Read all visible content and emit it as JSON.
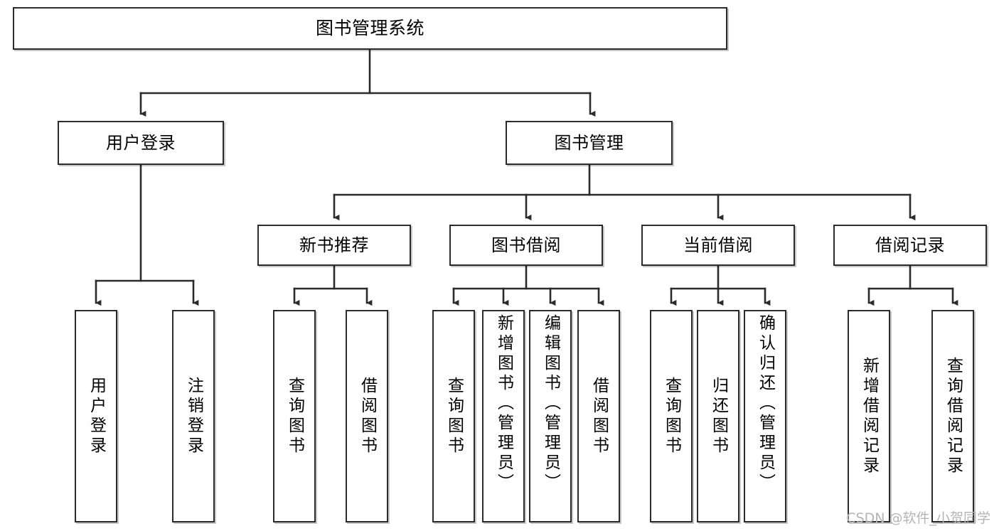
{
  "diagram": {
    "type": "tree-hierarchy",
    "title": "图书管理系统",
    "orientation": "top-down",
    "colors": {
      "box_border": "#2b2b2b",
      "box_fill": "#ffffff",
      "connector": "#2b2b2b",
      "text": "#000000",
      "watermark": "#b4b4b4",
      "background": "#ffffff"
    }
  },
  "root": {
    "label": "图书管理系统"
  },
  "level2": [
    {
      "label": "用户登录"
    },
    {
      "label": "图书管理"
    }
  ],
  "level3": [
    {
      "label": "新书推荐"
    },
    {
      "label": "图书借阅"
    },
    {
      "label": "当前借阅"
    },
    {
      "label": "借阅记录"
    }
  ],
  "leaves": {
    "user_login": [
      {
        "label": "用户登录"
      },
      {
        "label": "注销登录"
      }
    ],
    "new_book_recommend": [
      {
        "label": "查询图书"
      },
      {
        "label": "借阅图书"
      }
    ],
    "book_borrow": [
      {
        "label": "查询图书"
      },
      {
        "label": "新增图书（管理员）"
      },
      {
        "label": "编辑图书（管理员）"
      },
      {
        "label": "借阅图书"
      }
    ],
    "current_borrow": [
      {
        "label": "查询图书"
      },
      {
        "label": "归还图书"
      },
      {
        "label": "确认归还（管理员）"
      }
    ],
    "borrow_record": [
      {
        "label": "新增借阅记录"
      },
      {
        "label": "查询借阅记录"
      }
    ]
  },
  "watermark": {
    "text": "CSDN @软件_小贺同学"
  }
}
